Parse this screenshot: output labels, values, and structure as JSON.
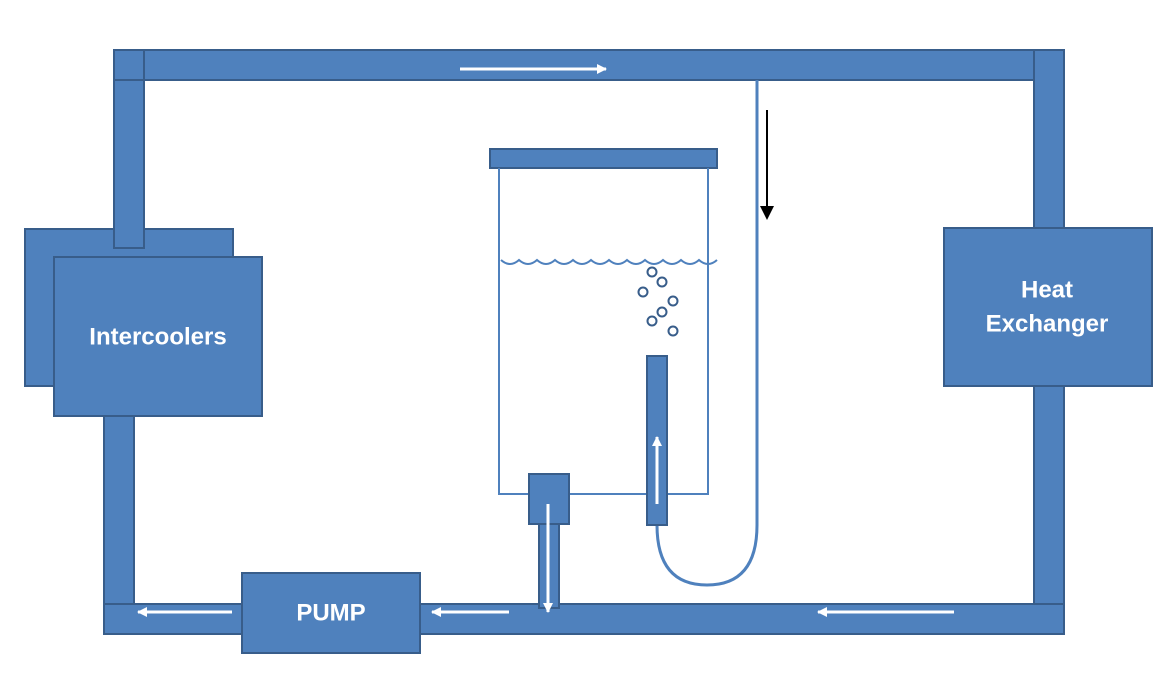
{
  "colors": {
    "pipe_fill": "#4f81bd",
    "pipe_stroke": "#385d8a",
    "flow_arrow": "#ffffff",
    "drop_arrow": "#000000",
    "tank_outline": "#4f81bd",
    "background": "#ffffff"
  },
  "components": {
    "intercoolers": {
      "label": "Intercoolers"
    },
    "heat_exchanger": {
      "label_line1": "Heat",
      "label_line2": "Exchanger"
    },
    "pump": {
      "label": "PUMP"
    }
  }
}
